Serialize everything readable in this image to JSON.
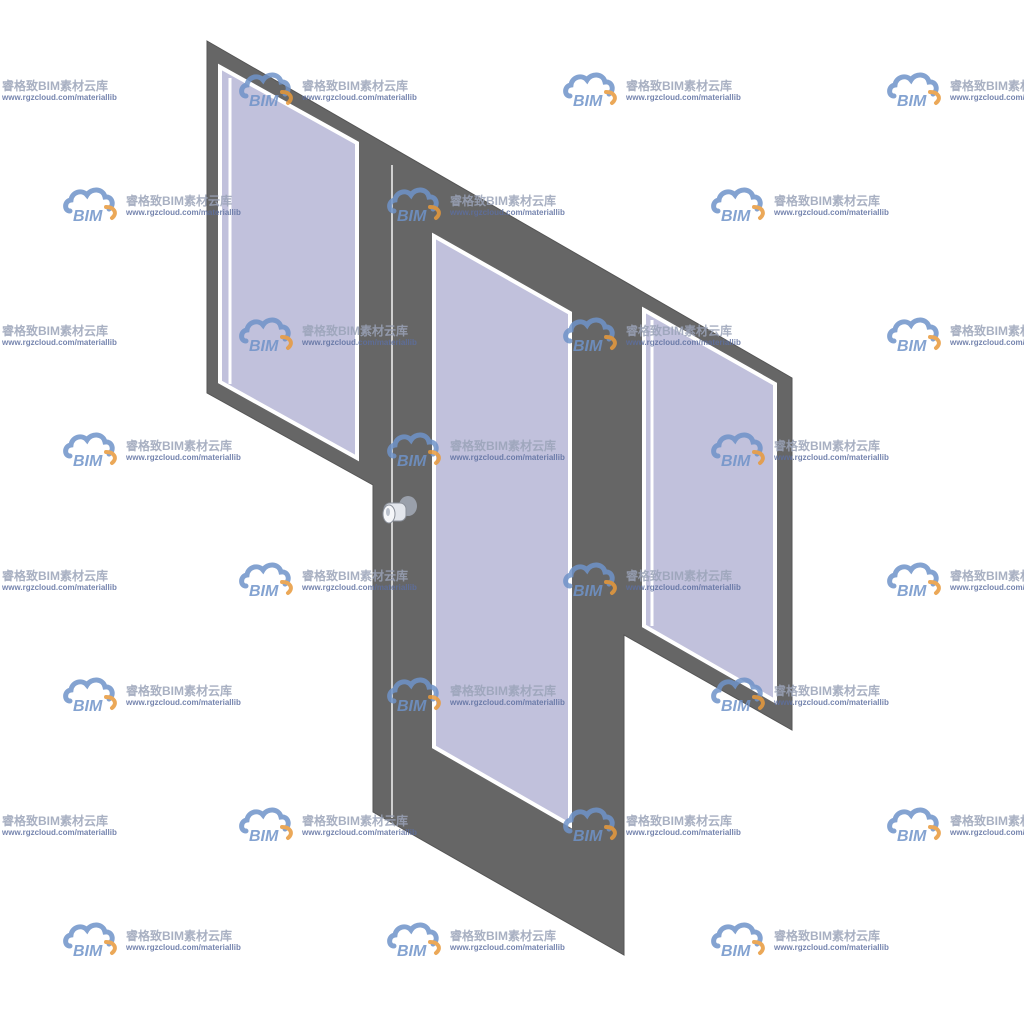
{
  "watermark": {
    "title": "睿格致BIM素材云库",
    "url": "www.rgzcloud.com/materiallib",
    "logo_text": "BIM",
    "colors": {
      "cloud": "#6f93c9",
      "arc": "#e89a3c",
      "text": "#9aa3b8",
      "url": "#5d6fa0"
    }
  },
  "model": {
    "object": "door-with-sidelites",
    "colors": {
      "frame": "#666666",
      "glass": "#c1c1dc",
      "glass_edge": "#ffffff",
      "knob": "#d9dde6"
    }
  }
}
